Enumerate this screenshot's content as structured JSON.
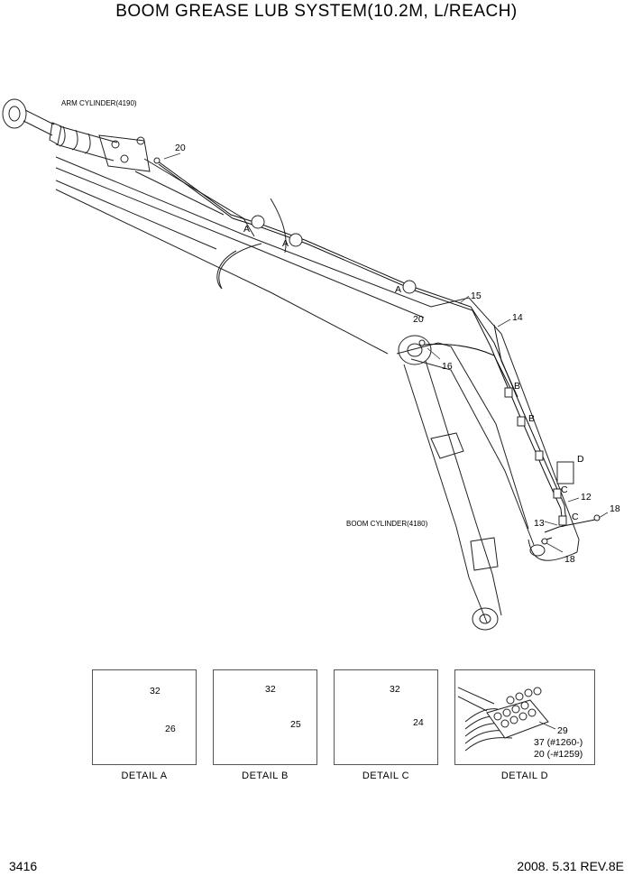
{
  "title": "BOOM GREASE LUB SYSTEM(10.2M, L/REACH)",
  "labels": {
    "arm_cylinder": "ARM CYLINDER(4190)",
    "boom_cylinder": "BOOM CYLINDER(4180)",
    "p20_top": "20",
    "p20_mid": "20",
    "p15": "15",
    "p14": "14",
    "p16": "16",
    "p12": "12",
    "p13": "13",
    "p18_right": "18",
    "p18_bottom": "18",
    "a1": "A",
    "a2": "A",
    "a3": "A",
    "b1": "B",
    "b2": "B",
    "c1": "C",
    "c2": "C",
    "d1": "D"
  },
  "details": [
    {
      "caption": "DETAIL  A",
      "bolt": "32",
      "clamp": "26"
    },
    {
      "caption": "DETAIL  B",
      "bolt": "32",
      "clamp": "25"
    },
    {
      "caption": "DETAIL  C",
      "bolt": "32",
      "clamp": "24"
    },
    {
      "caption": "DETAIL  D",
      "part1": "29",
      "part2": "37 (#1260-)",
      "part3": "20 (-#1259)"
    }
  ],
  "footer": {
    "page": "3416",
    "revision": "2008. 5.31  REV.8E"
  }
}
